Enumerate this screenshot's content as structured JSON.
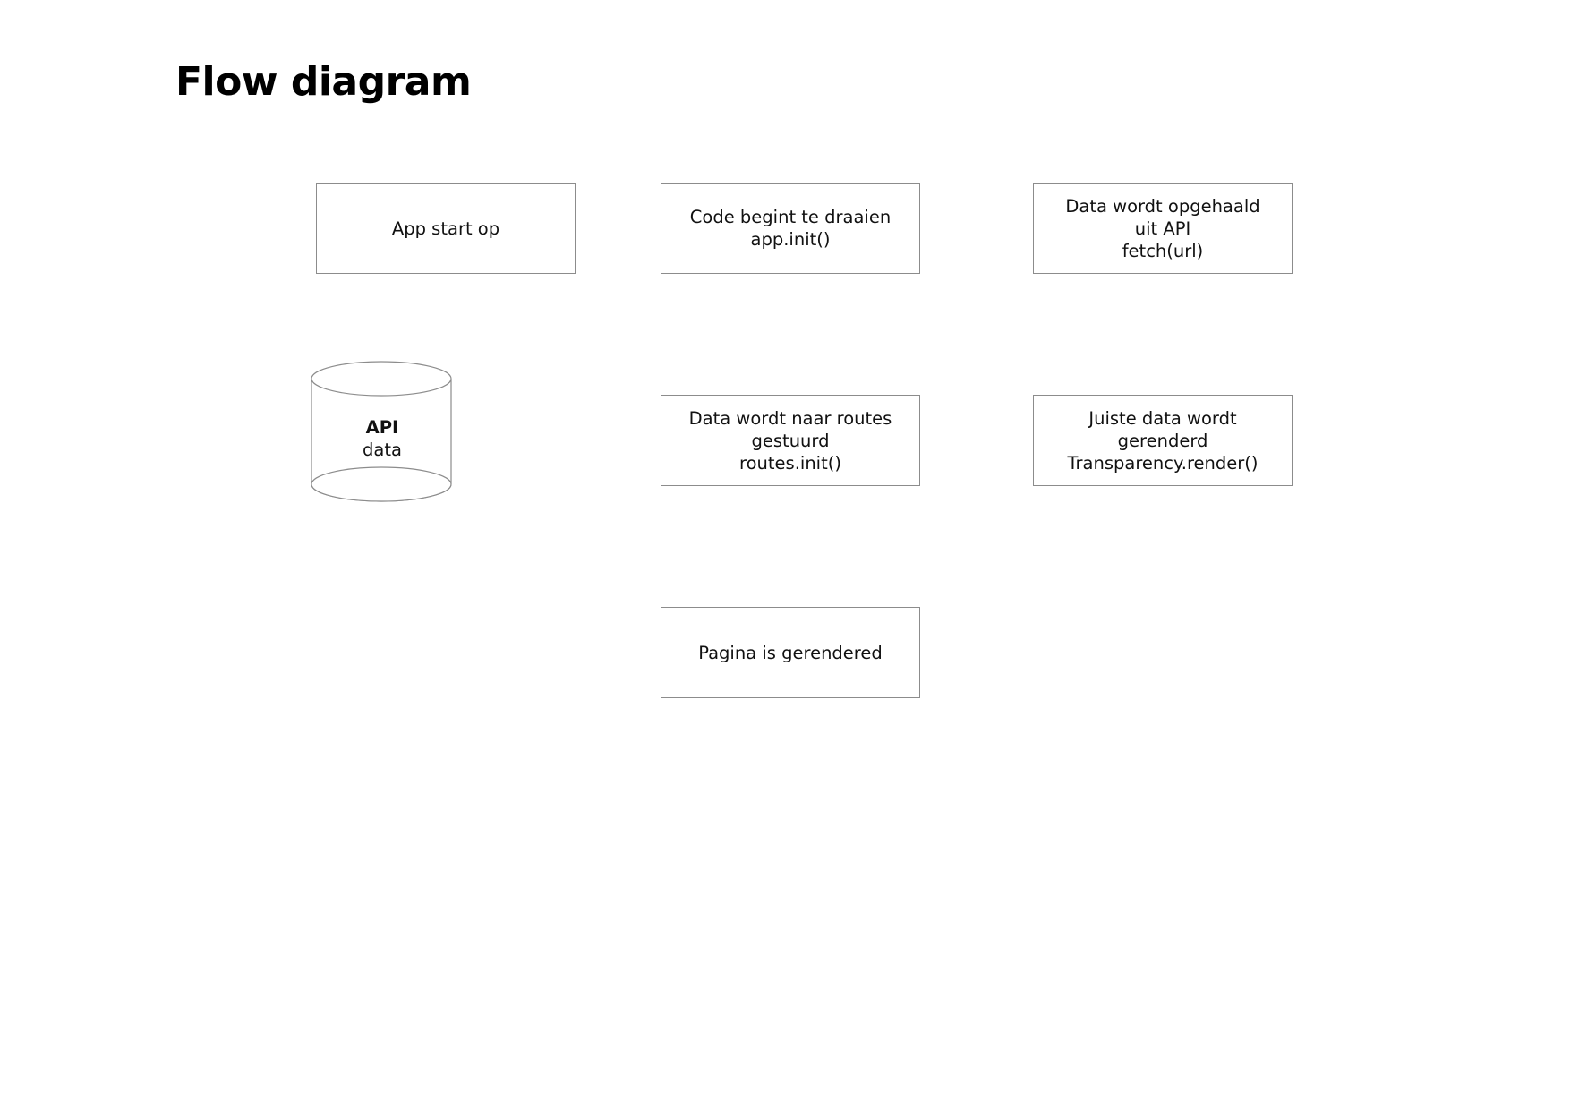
{
  "title": "Flow diagram",
  "nodes": {
    "app_start": {
      "lines": [
        "App start op"
      ]
    },
    "code_runs": {
      "lines": [
        "Code begint te draaien",
        "app.init()"
      ]
    },
    "fetch_data": {
      "lines": [
        "Data wordt opgehaald",
        "uit API",
        "fetch(url)"
      ]
    },
    "api": {
      "title": "API",
      "subtitle": "data"
    },
    "routes": {
      "lines": [
        "Data wordt naar routes",
        "gestuurd",
        "routes.init()"
      ]
    },
    "render": {
      "lines": [
        "Juiste data wordt",
        "gerenderd",
        "Transparency.render()"
      ]
    },
    "page_rendered": {
      "lines": [
        "Pagina is gerendered"
      ]
    }
  },
  "colors": {
    "border": "#8c8c8c",
    "text": "#111111",
    "title": "#000000"
  }
}
